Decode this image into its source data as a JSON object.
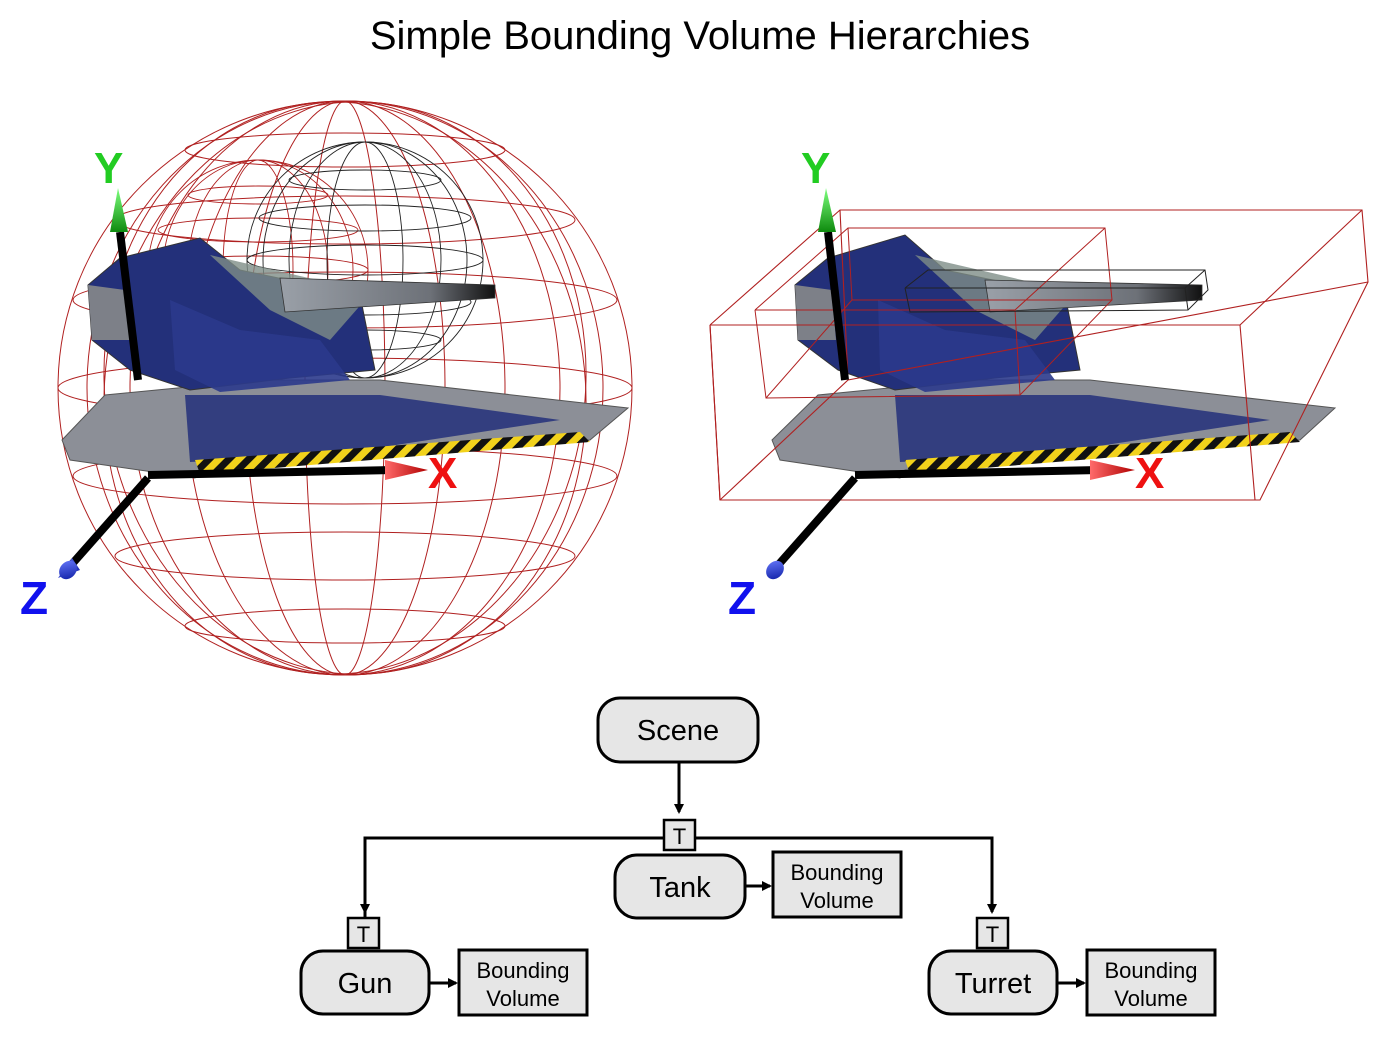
{
  "title": "Simple Bounding Volume Hierarchies",
  "axes": {
    "y_label": "Y",
    "x_label": "X",
    "z_label": "Z",
    "colors": {
      "x": "#ee1111",
      "y": "#22cc22",
      "z": "#1111ee"
    }
  },
  "colors": {
    "wire_red": "#b02020",
    "wire_dark": "#222222",
    "node_fill": "#e6e6e6",
    "hull_blue": "#23307a",
    "hull_grey": "#8c8f97"
  },
  "hierarchy": {
    "root": {
      "label": "Scene"
    },
    "tank": {
      "label": "Tank",
      "transform": "T",
      "bv_line1": "Bounding",
      "bv_line2": "Volume"
    },
    "gun": {
      "label": "Gun",
      "transform": "T",
      "bv_line1": "Bounding",
      "bv_line2": "Volume"
    },
    "turret": {
      "label": "Turret",
      "transform": "T",
      "bv_line1": "Bounding",
      "bv_line2": "Volume"
    }
  }
}
